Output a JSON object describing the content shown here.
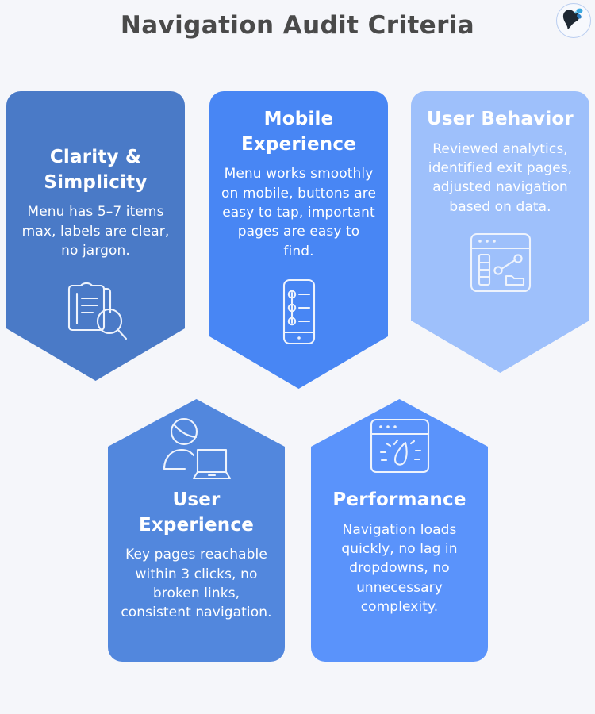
{
  "header": {
    "title": "Navigation Audit Criteria",
    "logo_icon": "woman-butterfly-logo-icon"
  },
  "theme": {
    "background": "#f5f6fa",
    "title_color": "#4a4a4a",
    "card_text_color": "#ffffff"
  },
  "cards": [
    {
      "id": "clarity",
      "title": "Clarity & Simplicity",
      "body": "Menu has 5–7 items max, labels are clear, no jargon.",
      "color": "#4a7ac7",
      "icon": "clipboard-search-icon",
      "shape": "point-down"
    },
    {
      "id": "mobile",
      "title": "Mobile Experience",
      "body": "Menu works smoothly on mobile, buttons are easy to tap, important pages are easy to find.",
      "color": "#4886f4",
      "icon": "mobile-list-icon",
      "shape": "point-down"
    },
    {
      "id": "behavior",
      "title": "User Behavior",
      "body": "Reviewed analytics, identified exit pages, adjusted navigation based on data.",
      "color": "#9ec0fb",
      "icon": "browser-analytics-icon",
      "shape": "point-down"
    },
    {
      "id": "ux",
      "title": "User Experience",
      "body": "Key pages reachable within 3 clicks, no broken links, consistent navigation.",
      "color": "#5287dd",
      "icon": "person-laptop-icon",
      "shape": "point-up"
    },
    {
      "id": "performance",
      "title": "Performance",
      "body": "Navigation loads quickly, no lag in dropdowns, no unnecessary complexity.",
      "color": "#5a93fb",
      "icon": "browser-speedometer-icon",
      "shape": "point-up"
    }
  ]
}
